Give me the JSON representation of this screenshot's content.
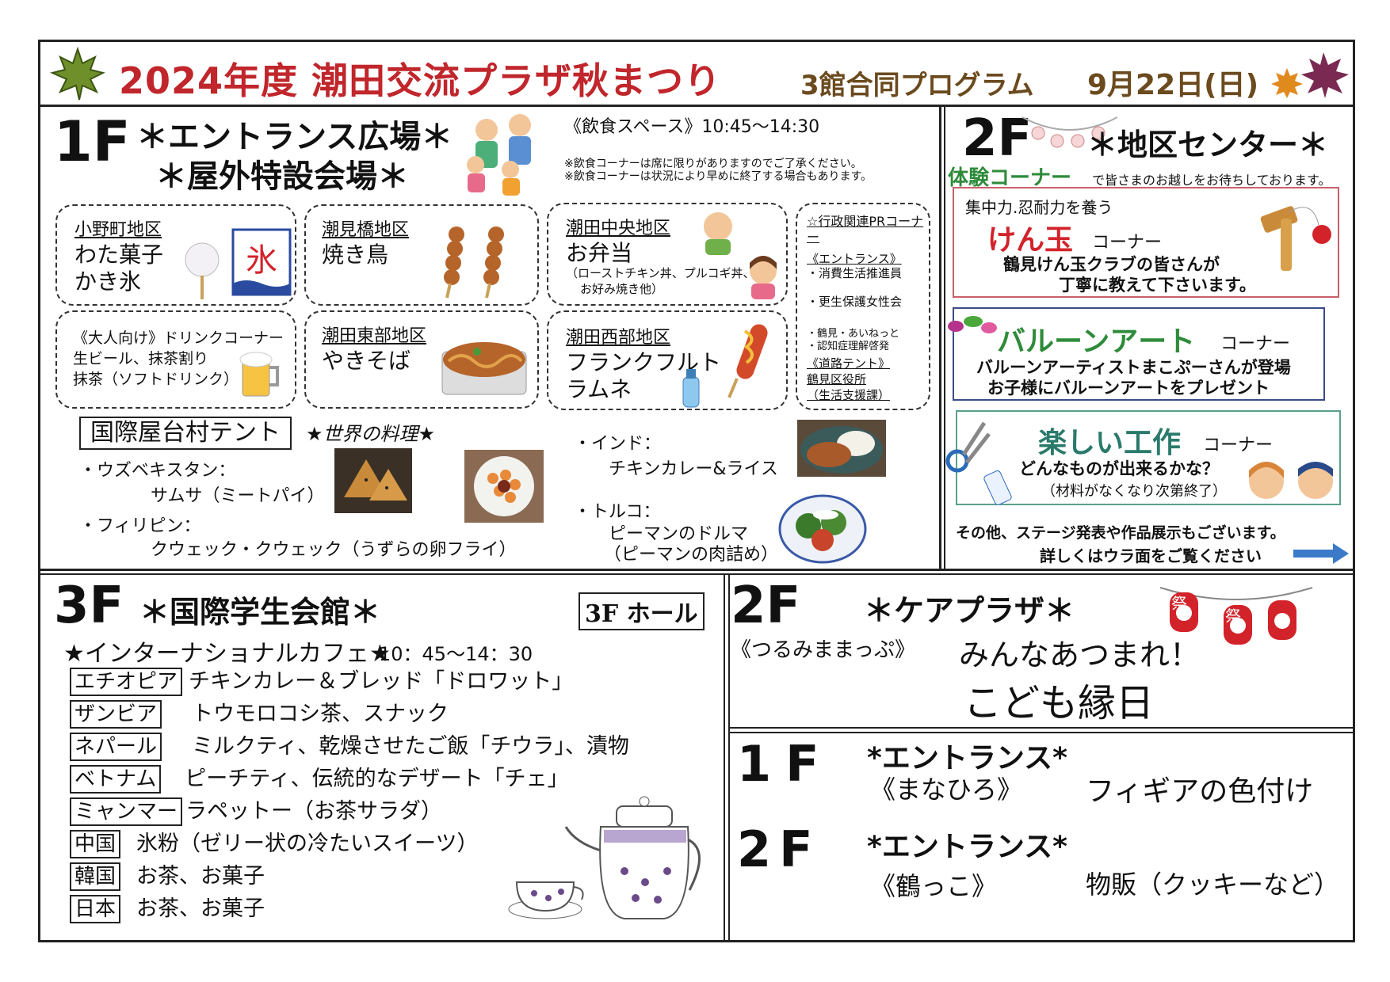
{
  "header": {
    "title": "2024年度 潮田交流プラザ秋まつり",
    "program": "3館合同プログラム",
    "date": "9月22日(日)"
  },
  "f1": {
    "floor": "1F",
    "name1": "＊エントランス広場＊",
    "name2": "＊屋外特設会場＊",
    "food_space": "《飲食スペース》10:45～14:30",
    "note1": "※飲食コーナーは席に限りがありますのでご了承ください。",
    "note2": "※飲食コーナーは状況により早めに終了する場合もあります。",
    "stalls": [
      {
        "district": "小野町地区",
        "item1": "わた菓子",
        "item2": "かき氷"
      },
      {
        "district": "潮見橋地区",
        "item1": "焼き鳥"
      },
      {
        "district": "潮田中央地区",
        "item1": "お弁当",
        "detail1": "（ローストチキン丼、プルコギ丼、",
        "detail2": "お好み焼き他）"
      },
      {
        "district": "",
        "item1": "《大人向け》ドリンクコーナー",
        "item2": "生ビール、抹茶割り",
        "item3": "抹茶（ソフトドリンク）"
      },
      {
        "district": "潮田東部地区",
        "item1": "やきそば"
      },
      {
        "district": "潮田西部地区",
        "item1": "フランクフルト",
        "item2": "ラムネ"
      }
    ],
    "pr": {
      "title": "☆行政関連PRコーナー",
      "entrance": "《エントランス》",
      "e1": "・消費生活推進員",
      "e2": "・更生保護女性会",
      "e3": "・鶴見・あいねっと",
      "e4": "・認知症理解啓発",
      "road": "《道路テント》",
      "r1": "鶴見区役所",
      "r2": "（生活支援課）"
    },
    "intl": {
      "tent": "国際屋台村テント",
      "world": "★世界の料理★",
      "uzbek": "・ウズベキスタン：",
      "uzbek_food": "サムサ（ミートパイ）",
      "phil": "・フィリピン：",
      "phil_food": "クウェック・クウェック（うずらの卵フライ）",
      "india": "・インド：",
      "india_food": "チキンカレー&ライス",
      "turkey": "・トルコ：",
      "turkey_food1": "ピーマンのドルマ",
      "turkey_food2": "（ピーマンの肉詰め）"
    }
  },
  "f2c": {
    "floor": "2F",
    "name": "＊地区センター＊",
    "taiken": "体験コーナー",
    "welcome": "で皆さまのお越しをお待ちしております。",
    "kendama": {
      "tag": "集中力.忍耐力を養う",
      "title": "けん玉",
      "corner": "コーナー",
      "l1": "鶴見けん玉クラブの皆さんが",
      "l2": "丁寧に教えて下さいます。"
    },
    "balloon": {
      "title": "バルーンアート",
      "corner": "コーナー",
      "l1": "バルーンアーティストまこぷーさんが登場",
      "l2": "お子様にバルーンアートをプレゼント"
    },
    "craft": {
      "title": "楽しい工作",
      "corner": "コーナー",
      "l1": "どんなものが出来るかな？",
      "l2": "（材料がなくなり次第終了）"
    },
    "other": "その他、ステージ発表や作品展示もございます。",
    "more": "詳しくはウラ面をご覧ください"
  },
  "f3": {
    "floor": "3F",
    "name": "＊国際学生会館＊",
    "hall": "3F ホール",
    "cafe": "★インターナショナルカフェ★",
    "time": "10：45～14：30",
    "rows": [
      {
        "country": "エチオピア",
        "menu": "チキンカレー＆ブレッド「ドロワット」"
      },
      {
        "country": "ザンビア",
        "menu": "トウモロコシ茶、スナック"
      },
      {
        "country": "ネパール",
        "menu": "ミルクティ、乾燥させたご飯「チウラ」、漬物"
      },
      {
        "country": "ベトナム",
        "menu": "ピーチティ、伝統的なデザート「チェ」"
      },
      {
        "country": "ミャンマー",
        "menu": "ラペットー（お茶サラダ）"
      },
      {
        "country": "中国",
        "menu": "氷粉（ゼリー状の冷たいスイーツ）"
      },
      {
        "country": "韓国",
        "menu": "お茶、お菓子"
      },
      {
        "country": "日本",
        "menu": "お茶、お菓子"
      }
    ]
  },
  "f2care": {
    "floor": "2F",
    "name": "＊ケアプラザ＊",
    "group": "《つるみままっぷ》",
    "l1": "みんなあつまれ！",
    "l2": "こども縁日",
    "lantern_char": "祭"
  },
  "entrance": {
    "f1": {
      "floor": "1F",
      "name": "*エントランス*",
      "group": "《まなひろ》",
      "activity": "フィギアの色付け"
    },
    "f2": {
      "floor": "2F",
      "name": "*エントランス*",
      "group": "《鶴っこ》",
      "activity": "物販（クッキーなど）"
    }
  },
  "colors": {
    "title_red": "#c0262b",
    "green": "#2e8b3a",
    "craft_teal": "#2a7a6b",
    "frame": "#222222"
  }
}
